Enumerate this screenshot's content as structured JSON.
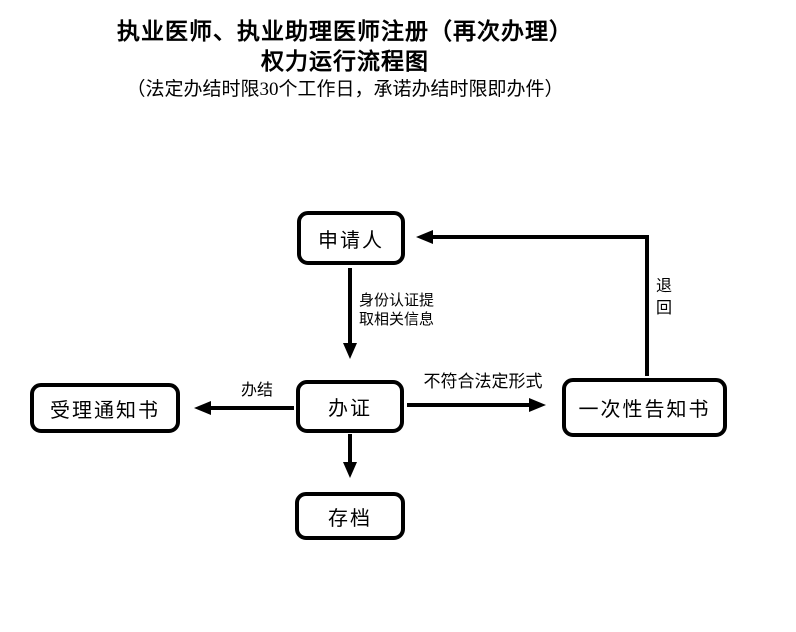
{
  "title": {
    "line1": "执业医师、执业助理医师注册（再次办理）",
    "line2": "权力运行流程图",
    "line3": "（法定办结时限30个工作日，承诺办结时限即办件）"
  },
  "flowchart": {
    "nodes": {
      "applicant": "申请人",
      "process": "办证",
      "acceptance_notice": "受理通知书",
      "one_time_notice": "一次性告知书",
      "archive": "存档"
    },
    "edge_labels": {
      "identity_verification": "身份认证提取相关信息",
      "complete": "办结",
      "not_legal_form": "不符合法定形式",
      "return_back": "退回"
    },
    "edges": [
      {
        "from": "申请人",
        "to": "办证",
        "label": "身份认证提取相关信息"
      },
      {
        "from": "办证",
        "to": "受理通知书",
        "label": "办结"
      },
      {
        "from": "办证",
        "to": "一次性告知书",
        "label": "不符合法定形式"
      },
      {
        "from": "办证",
        "to": "存档",
        "label": ""
      },
      {
        "from": "一次性告知书",
        "to": "申请人",
        "label": "退回"
      }
    ],
    "colors": {
      "line": "#000000",
      "text": "#000000",
      "background": "#ffffff"
    }
  }
}
